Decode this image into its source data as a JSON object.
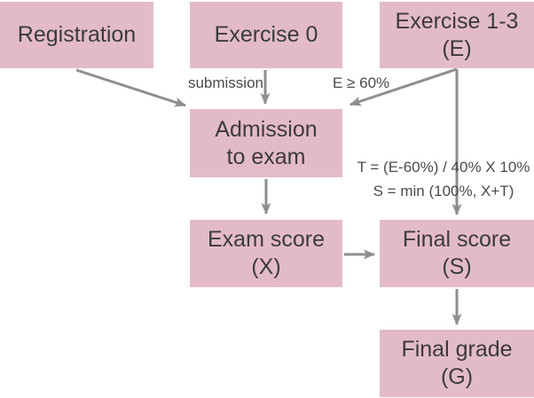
{
  "colors": {
    "canvas_bg": "#ffffff",
    "node_fill": "#e3bbc8",
    "node_text": "#3b3b3b",
    "edge_label_text": "#4a4a4a",
    "arrow": "#8e8e8e"
  },
  "nodes": {
    "registration": {
      "lines": [
        "Registration"
      ]
    },
    "exercise0": {
      "lines": [
        "Exercise 0"
      ]
    },
    "exercise13": {
      "lines": [
        "Exercise 1-3",
        "(E)"
      ]
    },
    "admission": {
      "lines": [
        "Admission",
        "to exam"
      ]
    },
    "exam_score": {
      "lines": [
        "Exam score",
        "(X)"
      ]
    },
    "final_score": {
      "lines": [
        "Final score",
        "(S)"
      ]
    },
    "final_grade": {
      "lines": [
        "Final grade",
        "(G)"
      ]
    }
  },
  "edges": [
    {
      "id": "registration-to-admission",
      "from": "Registration",
      "to": "Admission to exam"
    },
    {
      "id": "exercise0-to-admission",
      "from": "Exercise 0",
      "to": "Admission to exam",
      "label": "submission"
    },
    {
      "id": "exercise13-to-admission",
      "from": "Exercise 1-3 (E)",
      "to": "Admission to exam",
      "label": "E ≥ 60%"
    },
    {
      "id": "exercise13-to-finalscore",
      "from": "Exercise 1-3 (E)",
      "to": "Final score (S)",
      "labels": [
        "T = (E-60%) / 40% X 10%",
        "S = min (100%, X+T)"
      ]
    },
    {
      "id": "admission-to-examscore",
      "from": "Admission to exam",
      "to": "Exam score (X)"
    },
    {
      "id": "examscore-to-finalscore",
      "from": "Exam score (X)",
      "to": "Final score (S)"
    },
    {
      "id": "finalscore-to-finalgrade",
      "from": "Final score (S)",
      "to": "Final grade (G)"
    }
  ]
}
